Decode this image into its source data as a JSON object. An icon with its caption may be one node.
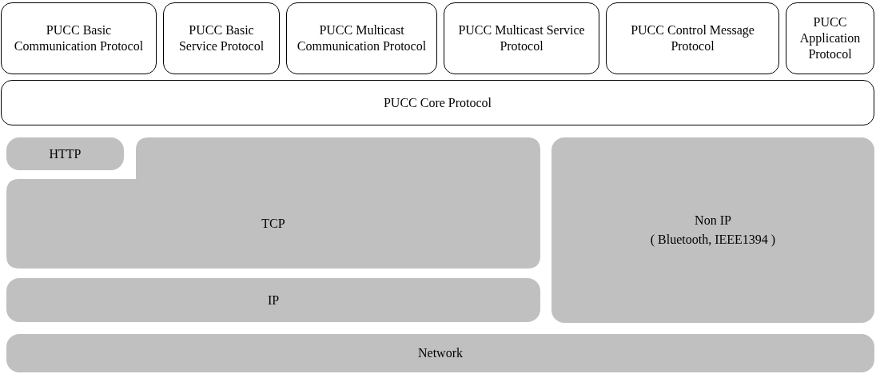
{
  "diagram": {
    "nodes": [
      {
        "text": [
          "PUCC Basic Communication Protocol"
        ]
      },
      {
        "text": [
          "PUCC Basic Service Protocol"
        ]
      },
      {
        "text": [
          "PUCC Multicast Communication Protocol"
        ]
      },
      {
        "text": [
          "PUCC Multicast Service Protocol"
        ]
      },
      {
        "text": [
          "PUCC Control Message Protocol"
        ]
      },
      {
        "text": [
          "PUCC Application Protocol"
        ]
      },
      {
        "text": [
          "PUCC Core Protocol"
        ]
      },
      {
        "text": [
          "HTTP"
        ]
      },
      {
        "text": [
          "TCP"
        ]
      },
      {
        "text": [
          "Non IP",
          "( Bluetooth, IEEE1394 )"
        ]
      },
      {
        "text": [
          "IP"
        ]
      },
      {
        "text": [
          "Network"
        ]
      }
    ]
  }
}
